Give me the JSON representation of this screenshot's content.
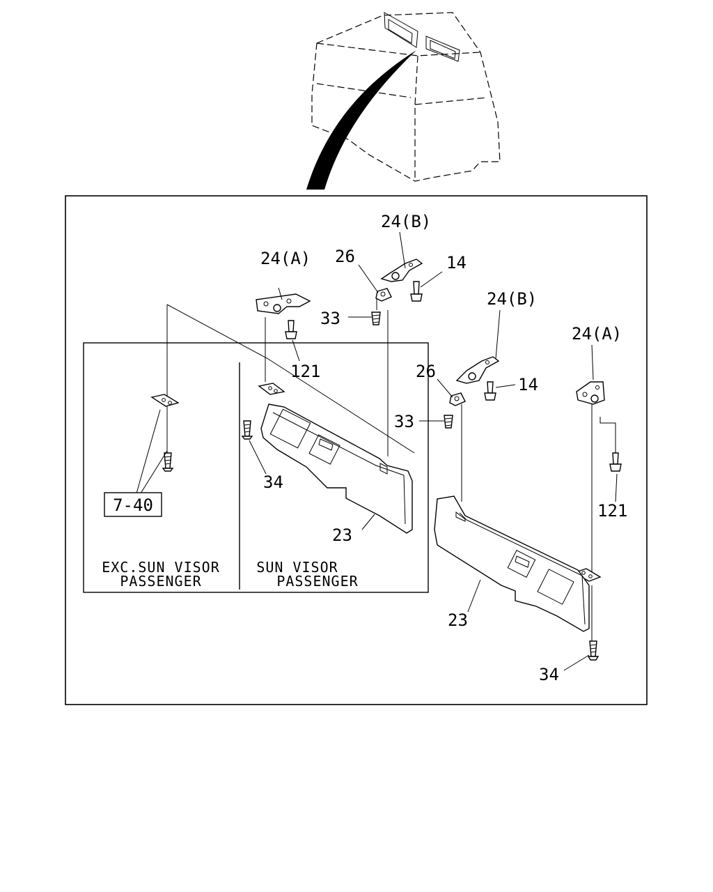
{
  "callouts": {
    "c24b_top": "24(B)",
    "c24a_left": "24(A)",
    "c26_left": "26",
    "c14_left": "14",
    "c33_left": "33",
    "c121_left": "121",
    "c24b_right": "24(B)",
    "c24a_right": "24(A)",
    "c26_right": "26",
    "c14_right": "14",
    "c33_right": "33",
    "c34_left": "34",
    "c121_right": "121",
    "c23_left": "23",
    "c23_right": "23",
    "c34_right": "34"
  },
  "reference_box": "7-40",
  "sections": {
    "left_line1": "EXC.SUN VISOR",
    "left_line2": "PASSENGER",
    "right_line1": "SUN VISOR",
    "right_line2": "PASSENGER"
  }
}
